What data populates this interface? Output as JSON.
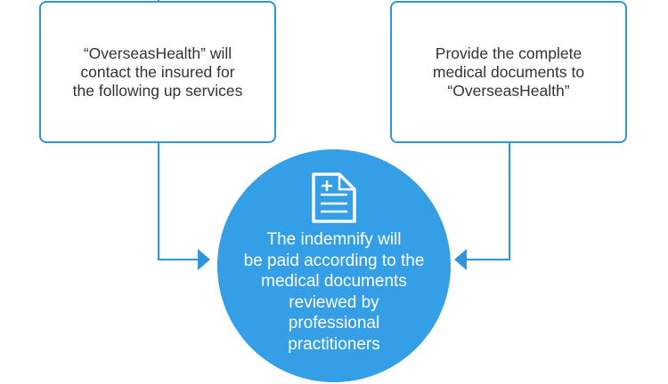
{
  "left_box": {
    "text": "“OverseasHealth” will\ncontact the insured for\nthe following up services"
  },
  "right_box": {
    "text": "Provide the complete\nmedical documents to\n“OverseasHealth”"
  },
  "center": {
    "icon": "medical-document-icon",
    "text": "The indemnify will\nbe paid according to the\nmedical documents\nreviewed by\nprofessional\npractitioners"
  },
  "colors": {
    "accent": "#349ee6",
    "line": "#2f94e0",
    "text": "#333333"
  }
}
